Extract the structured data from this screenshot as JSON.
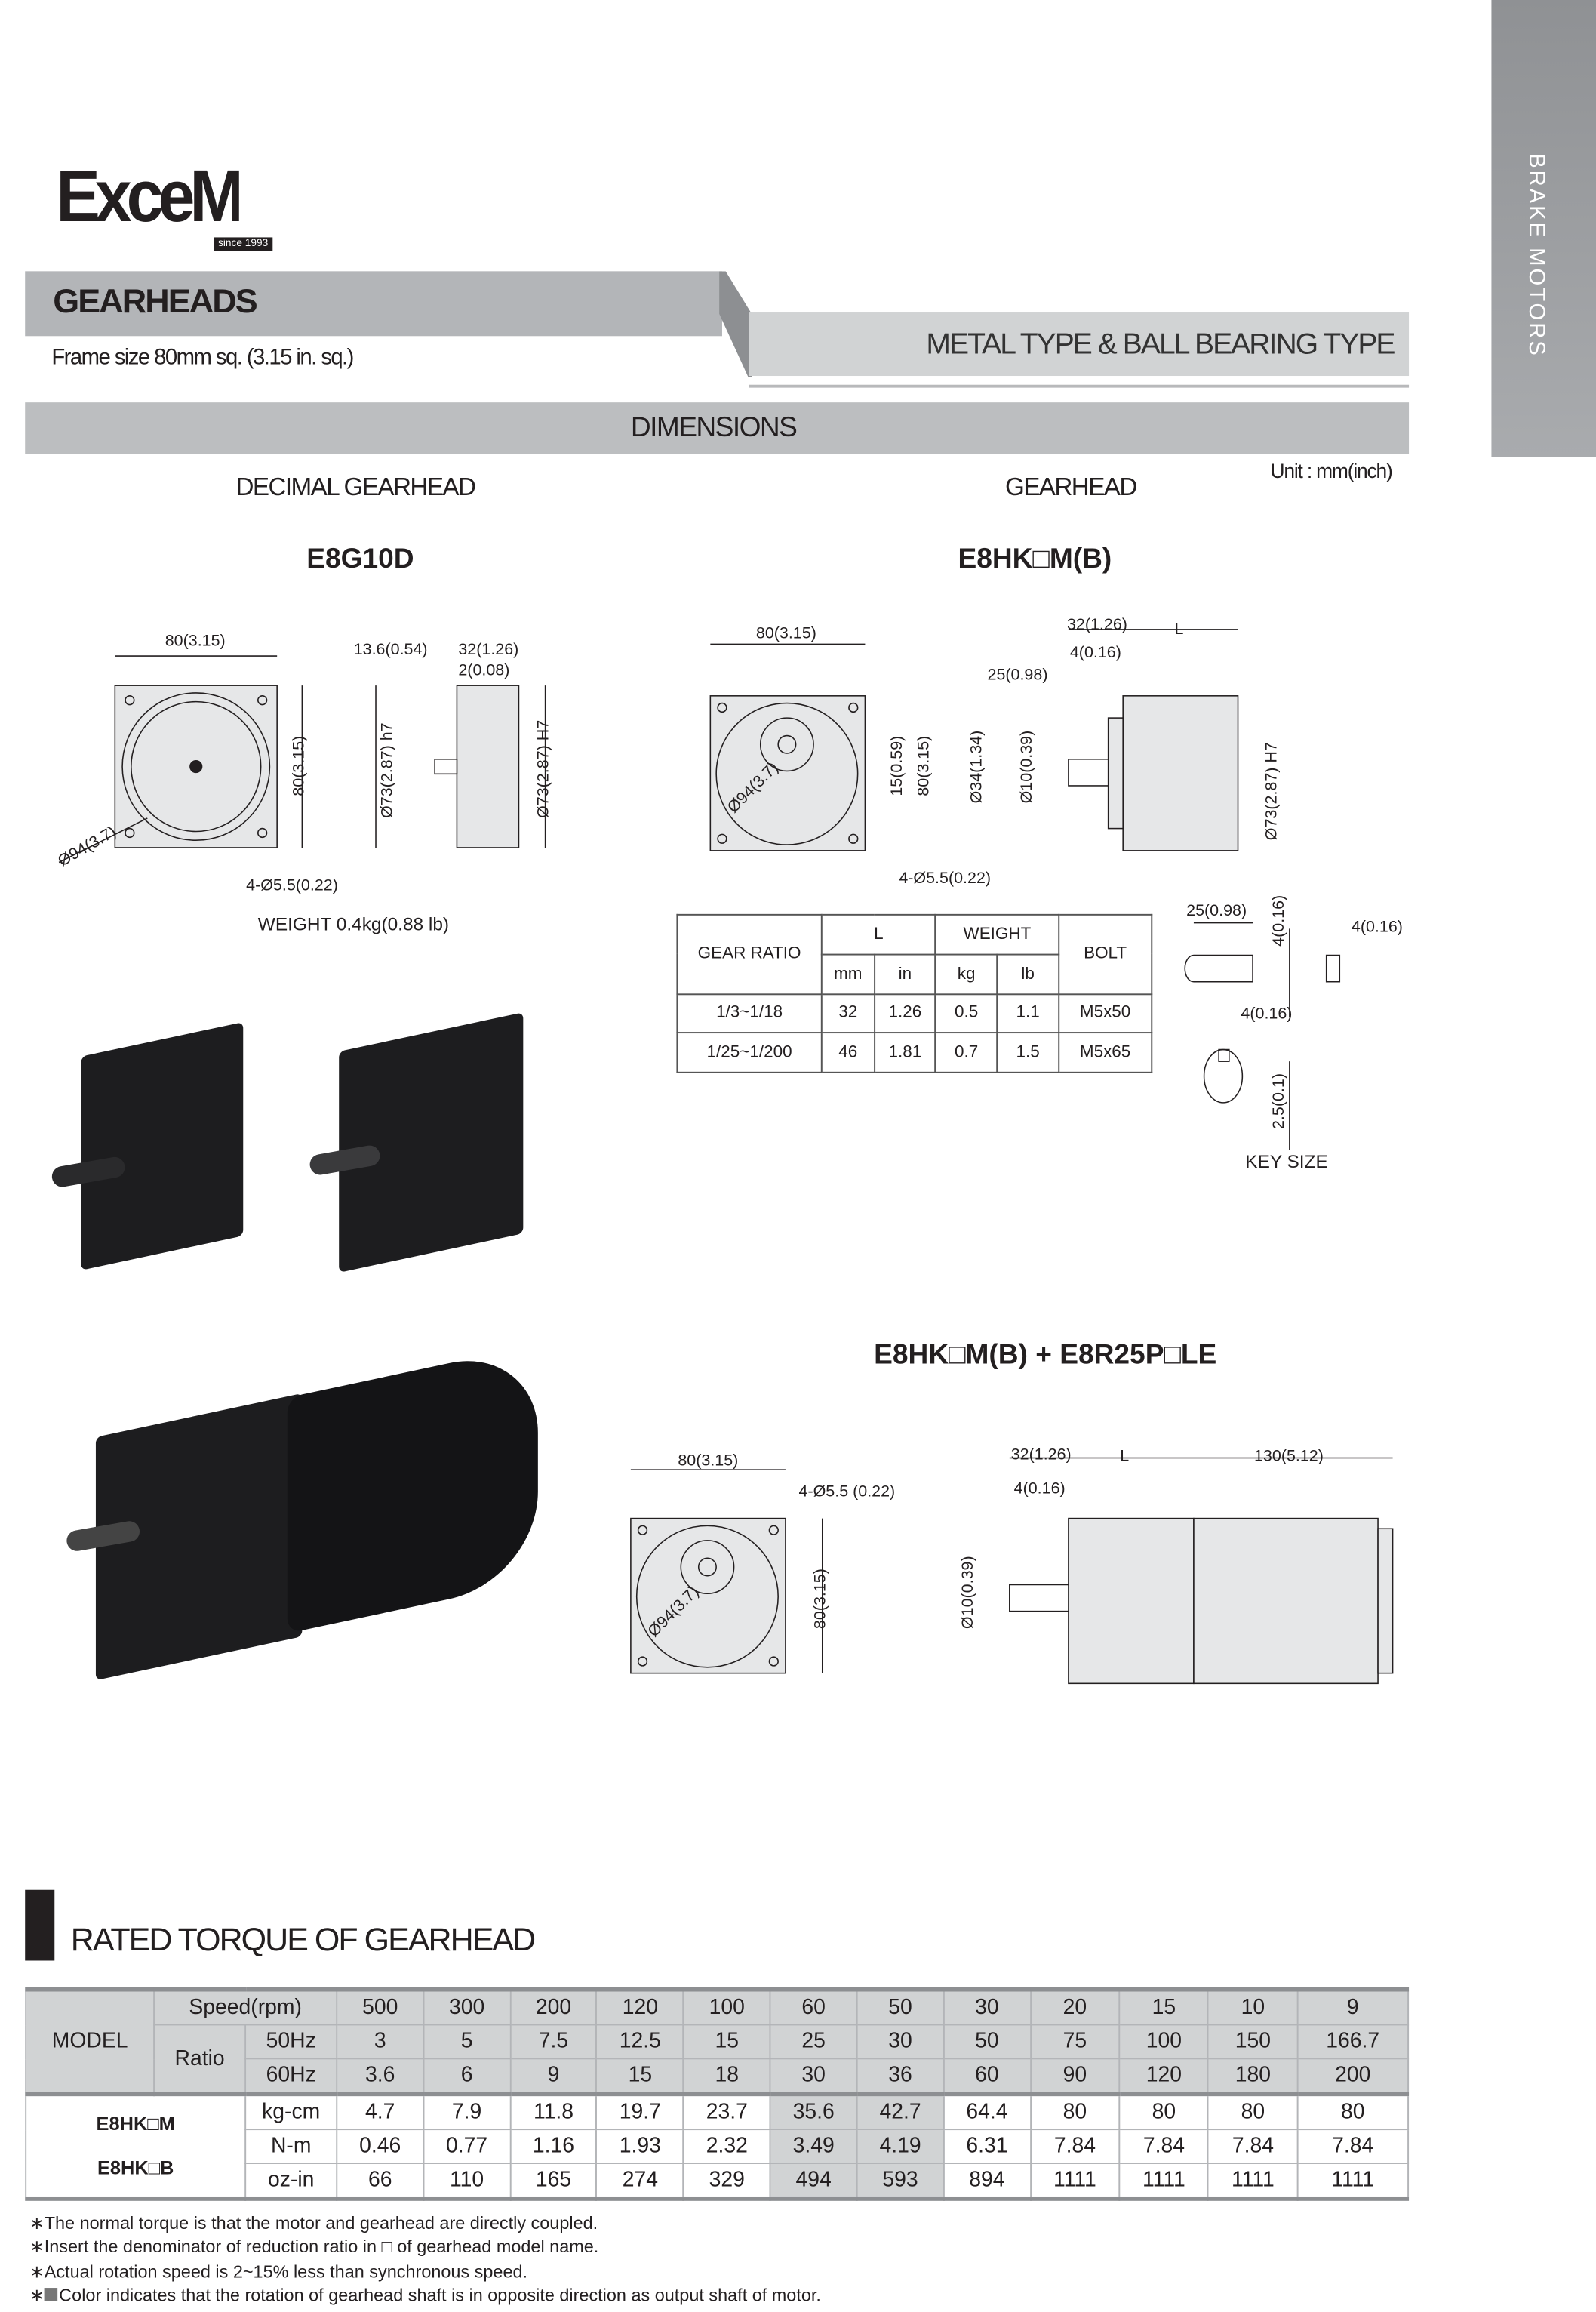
{
  "logo": {
    "text": "ExceM",
    "tagline": "since 1993"
  },
  "sidebar": {
    "label": "BRAKE MOTORS"
  },
  "header": {
    "title": "GEARHEADS",
    "subtitle": "Frame size 80mm sq. (3.15 in. sq.)",
    "type": "METAL TYPE & BALL BEARING TYPE"
  },
  "dimensions": {
    "title": "DIMENSIONS",
    "unit": "Unit : mm(inch)",
    "decimal": {
      "heading": "DECIMAL GEARHEAD",
      "model": "E8G10D",
      "weight": "WEIGHT 0.4kg(0.88 lb)",
      "labels": {
        "w": "80(3.15)",
        "h": "80(3.15)",
        "diag": "Ø94(3.7)",
        "holes": "4-Ø5.5(0.22)",
        "d1": "13.6(0.54)",
        "d2": "32(1.26)",
        "d3": "2(0.08)",
        "p1": "Ø73(2.87) h7",
        "p2": "Ø73(2.87) H7"
      }
    },
    "gearhead": {
      "heading": "GEARHEAD",
      "model": "E8HK□M(B)",
      "labels": {
        "w": "80(3.15)",
        "diag": "Ø94(3.7)",
        "off": "15(0.59)",
        "h": "80(3.15)",
        "holes": "4-Ø5.5(0.22)",
        "d32": "32(1.26)",
        "d4": "4(0.16)",
        "L": "L",
        "d25": "25(0.98)",
        "p34": "Ø34(1.34)",
        "p10": "Ø10(0.39)",
        "p73": "Ø73(2.87) H7"
      },
      "table": {
        "headers": {
          "ratio": "GEAR RATIO",
          "L": "L",
          "weight": "WEIGHT",
          "bolt": "BOLT",
          "mm": "mm",
          "in": "in",
          "kg": "kg",
          "lb": "lb"
        },
        "rows": [
          {
            "ratio": "1/3~1/18",
            "mm": "32",
            "in": "1.26",
            "kg": "0.5",
            "lb": "1.1",
            "bolt": "M5x50"
          },
          {
            "ratio": "1/25~1/200",
            "mm": "46",
            "in": "1.81",
            "kg": "0.7",
            "lb": "1.5",
            "bolt": "M5x65"
          }
        ]
      },
      "key": {
        "title": "KEY SIZE",
        "k25": "25(0.98)",
        "k4a": "4(0.16)",
        "k4b": "4(0.16)",
        "k4c": "4(0.16)",
        "k25b": "2.5(0.1)"
      }
    },
    "combo": {
      "model": "E8HK□M(B) + E8R25P□LE",
      "labels": {
        "w": "80(3.15)",
        "holes": "4-Ø5.5 (0.22)",
        "diag": "Ø94(3.7)",
        "h": "80(3.15)",
        "d32": "32(1.26)",
        "d4": "4(0.16)",
        "L": "L",
        "d130": "130(5.12)",
        "p10": "Ø10(0.39)"
      }
    }
  },
  "torque": {
    "title": "RATED TORQUE OF GEARHEAD",
    "labels": {
      "model": "MODEL",
      "speed": "Speed(rpm)",
      "ratio": "Ratio",
      "hz50": "50Hz",
      "hz60": "60Hz",
      "m1": "E8HK□M",
      "m2": "E8HK□B",
      "kgcm": "kg-cm",
      "nm": "N-m",
      "ozin": "oz-in"
    },
    "speed": [
      "500",
      "300",
      "200",
      "120",
      "100",
      "60",
      "50",
      "30",
      "20",
      "15",
      "10",
      "9"
    ],
    "r50": [
      "3",
      "5",
      "7.5",
      "12.5",
      "15",
      "25",
      "30",
      "50",
      "75",
      "100",
      "150",
      "166.7"
    ],
    "r60": [
      "3.6",
      "6",
      "9",
      "15",
      "18",
      "30",
      "36",
      "60",
      "90",
      "120",
      "180",
      "200"
    ],
    "kgcm": [
      "4.7",
      "7.9",
      "11.8",
      "19.7",
      "23.7",
      "35.6",
      "42.7",
      "64.4",
      "80",
      "80",
      "80",
      "80"
    ],
    "nm": [
      "0.46",
      "0.77",
      "1.16",
      "1.93",
      "2.32",
      "3.49",
      "4.19",
      "6.31",
      "7.84",
      "7.84",
      "7.84",
      "7.84"
    ],
    "ozin": [
      "66",
      "110",
      "165",
      "274",
      "329",
      "494",
      "593",
      "894",
      "1111",
      "1111",
      "1111",
      "1111"
    ],
    "highlight": [
      5,
      6
    ],
    "highlight_color": "#d1d3d4"
  },
  "notes": [
    "The normal torque is that the motor and gearhead are directly coupled.",
    "Insert the denominator of reduction ratio in □ of gearhead model name.",
    "Actual rotation speed is 2~15% less than synchronous speed.",
    "Color indicates that the rotation of gearhead shaft is in opposite direction as output shaft of motor."
  ]
}
